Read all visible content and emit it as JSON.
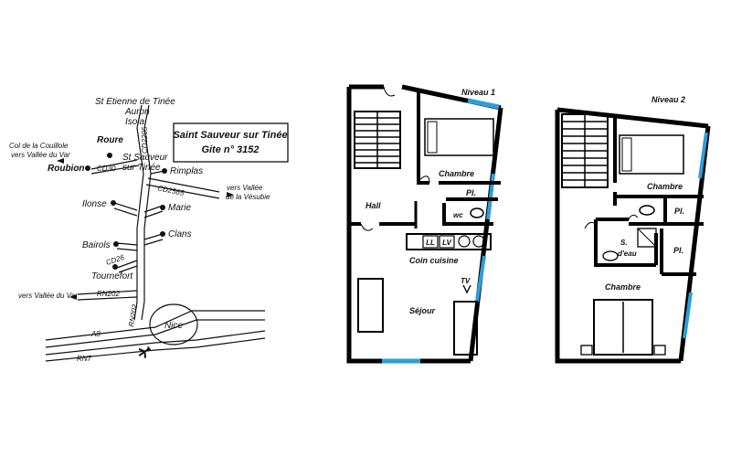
{
  "map": {
    "title_line1": "Saint Sauveur sur Tinée",
    "title_line2": "Gite n° 3152",
    "places": {
      "st_etienne": "St Etienne de Tinée",
      "auron": "Auron",
      "isola": "Isola",
      "roure": "Roure",
      "roubion": "Roubion",
      "st_sauveur_1": "St Sauveur",
      "st_sauveur_2": "sur Tinée",
      "rimplas": "Rimplas",
      "ilonse": "Ilonse",
      "marie": "Marie",
      "clans": "Clans",
      "bairols": "Bairols",
      "tournefort": "Tournefort",
      "nice": "Nice"
    },
    "roads": {
      "cd2205": "CD2205",
      "cd30": "CD30",
      "cd2565": "CD2565",
      "cd26": "CD26",
      "rn202a": "RN202",
      "rn202b": "RN202",
      "a8": "A8",
      "rn7": "RN7"
    },
    "directions": {
      "couillole_1": "Col de la Couillole",
      "couillole_2": "vers Vallée du Var",
      "vesubie_1": "vers Vallée",
      "vesubie_2": "de la Vésubie",
      "var": "vers Vallée du Var"
    },
    "icons": [
      "airplane-icon"
    ]
  },
  "level1": {
    "title": "Niveau 1",
    "chambre": "Chambre",
    "pl": "Pl.",
    "hall": "Hall",
    "wc": "wc",
    "ll": "LL",
    "lv": "LV",
    "coin_cuisine": "Coin cuisine",
    "tv": "TV",
    "sejour": "Séjour"
  },
  "level2": {
    "title": "Niveau 2",
    "chambre_top": "Chambre",
    "pl_top": "Pl.",
    "sdeau_1": "S.",
    "sdeau_2": "d'eau",
    "pl_mid": "Pl.",
    "chambre_bottom": "Chambre"
  },
  "colors": {
    "wall": "#000000",
    "window": "#2b9fd9",
    "line": "#111111"
  }
}
